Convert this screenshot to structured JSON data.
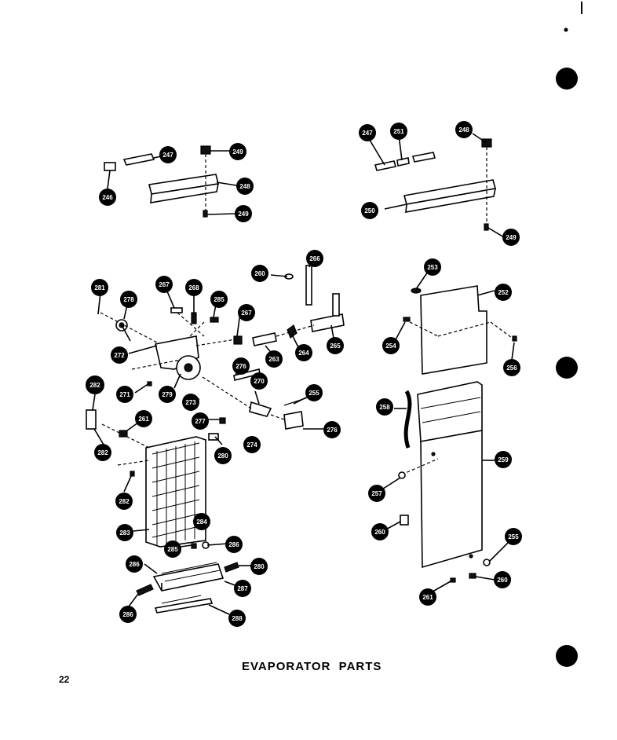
{
  "title": "EVAPORATOR  PARTS",
  "page_number": "22",
  "callouts": [
    {
      "id": "c247a",
      "label": "247"
    },
    {
      "id": "c248a",
      "label": "248"
    },
    {
      "id": "c246a",
      "label": "246"
    },
    {
      "id": "c249a",
      "label": "249"
    },
    {
      "id": "c249b",
      "label": "249"
    },
    {
      "id": "c247b",
      "label": "247"
    },
    {
      "id": "c251a",
      "label": "251"
    },
    {
      "id": "c248b",
      "label": "248"
    },
    {
      "id": "c250",
      "label": "250"
    },
    {
      "id": "c249c",
      "label": "249"
    },
    {
      "id": "c281a",
      "label": "281"
    },
    {
      "id": "c278",
      "label": "278"
    },
    {
      "id": "c267a",
      "label": "267"
    },
    {
      "id": "c268",
      "label": "268"
    },
    {
      "id": "c285a",
      "label": "285"
    },
    {
      "id": "c260a",
      "label": "260"
    },
    {
      "id": "c266",
      "label": "266"
    },
    {
      "id": "c267b",
      "label": "267"
    },
    {
      "id": "c263",
      "label": "263"
    },
    {
      "id": "c264a",
      "label": "264"
    },
    {
      "id": "c265",
      "label": "265"
    },
    {
      "id": "c272",
      "label": "272"
    },
    {
      "id": "c276a",
      "label": "276"
    },
    {
      "id": "c270",
      "label": "270"
    },
    {
      "id": "c271",
      "label": "271"
    },
    {
      "id": "c279",
      "label": "279"
    },
    {
      "id": "c273",
      "label": "273"
    },
    {
      "id": "c255",
      "label": "255"
    },
    {
      "id": "c282a",
      "label": "282"
    },
    {
      "id": "c261a",
      "label": "261"
    },
    {
      "id": "c277",
      "label": "277"
    },
    {
      "id": "c274",
      "label": "274"
    },
    {
      "id": "c276b",
      "label": "276"
    },
    {
      "id": "c282b",
      "label": "282"
    },
    {
      "id": "c280a",
      "label": "280"
    },
    {
      "id": "c282c",
      "label": "282"
    },
    {
      "id": "c283",
      "label": "283"
    },
    {
      "id": "c284",
      "label": "284"
    },
    {
      "id": "c285b",
      "label": "285"
    },
    {
      "id": "c286a",
      "label": "286"
    },
    {
      "id": "c286b",
      "label": "286"
    },
    {
      "id": "c280b",
      "label": "280"
    },
    {
      "id": "c287",
      "label": "287"
    },
    {
      "id": "c286c",
      "label": "286"
    },
    {
      "id": "c288",
      "label": "288"
    },
    {
      "id": "c253",
      "label": "253"
    },
    {
      "id": "c252",
      "label": "252"
    },
    {
      "id": "c254",
      "label": "254"
    },
    {
      "id": "c256a",
      "label": "256"
    },
    {
      "id": "c258",
      "label": "258"
    },
    {
      "id": "c259",
      "label": "259"
    },
    {
      "id": "c257",
      "label": "257"
    },
    {
      "id": "c260b",
      "label": "260"
    },
    {
      "id": "c255b",
      "label": "255"
    },
    {
      "id": "c261b",
      "label": "261"
    },
    {
      "id": "c260c",
      "label": "260"
    }
  ]
}
